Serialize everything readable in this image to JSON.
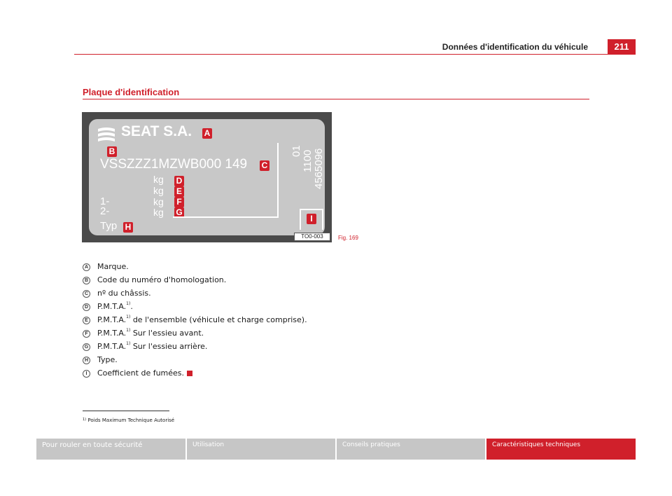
{
  "header": {
    "title": "Données d'identification du véhicule",
    "page_number": "211"
  },
  "section": {
    "title": "Plaque d'identification"
  },
  "figure": {
    "label": "Fig. 169",
    "code": "TO0-003",
    "plate": {
      "brand": "SEAT S.A.",
      "vin": "VSSZZZ1MZWB000 149",
      "unit": "kg",
      "row_1": "1-",
      "row_2": "2-",
      "typ": "Typ",
      "vertical_codes": [
        "01",
        "1100",
        "4565096"
      ]
    },
    "letters": [
      "A",
      "B",
      "C",
      "D",
      "E",
      "F",
      "G",
      "H",
      "I"
    ]
  },
  "legend": [
    {
      "marker": "A",
      "text": "Marque.",
      "sup": "",
      "suffix": ""
    },
    {
      "marker": "B",
      "text": "Code du numéro d'homologation.",
      "sup": "",
      "suffix": ""
    },
    {
      "marker": "C",
      "text": "nº du châssis.",
      "sup": "",
      "suffix": ""
    },
    {
      "marker": "D",
      "text": "P.M.T.A.",
      "sup": "1)",
      "suffix": "."
    },
    {
      "marker": "E",
      "text": "P.M.T.A.",
      "sup": "1)",
      "suffix": " de l'ensemble (véhicule et charge comprise)."
    },
    {
      "marker": "F",
      "text": "P.M.T.A.",
      "sup": "1)",
      "suffix": " Sur l'essieu avant."
    },
    {
      "marker": "G",
      "text": "P.M.T.A.",
      "sup": "1)",
      "suffix": " Sur l'essieu arrière."
    },
    {
      "marker": "H",
      "text": "Type.",
      "sup": "",
      "suffix": ""
    },
    {
      "marker": "I",
      "text": "Coefficient de fumées.",
      "sup": "",
      "suffix": ""
    }
  ],
  "footnote": {
    "mark": "1)",
    "text": "Poids Maximum Technique Autorisé"
  },
  "footer": {
    "tabs": [
      "Pour rouler en toute sécurité",
      "Utilisation",
      "Conseils pratiques",
      "Caractéristiques techniques"
    ]
  },
  "colors": {
    "accent": "#d0202b",
    "plate": "#c8c8c8",
    "frame": "#4a4a4a",
    "tab_gray": "#c6c6c6"
  }
}
